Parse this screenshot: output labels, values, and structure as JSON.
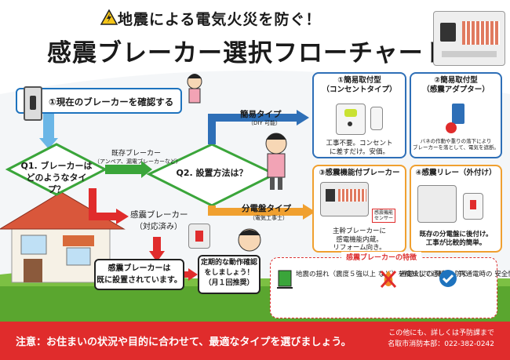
{
  "header": {
    "subtitle": "地震による電気火災を防ぐ！",
    "title": "感震ブレーカー選択フローチャート"
  },
  "flow": {
    "step1": "①現在のブレーカーを確認する",
    "q1": "Q1. ブレーカーは\nどのようなタイプ？",
    "existing_breaker": "既存ブレーカー",
    "existing_breaker_note": "（アンペア、漏電ブレーカーなど）",
    "q2": "Q2. 設置方法は？",
    "simple_type": "簡易タイプ",
    "simple_type_note": "（DIY 可能）",
    "panel_type": "分電盤タイプ",
    "panel_type_note": "（電気工事士）",
    "seismic_breaker": "感震ブレーカー",
    "seismic_breaker_note": "（対応済み）",
    "installed_msg": "感震ブレーカーは\n既に設置されています。",
    "check_msg": "定期的な動作確認\nをしましょう！\n（月１回推奨）"
  },
  "cards": [
    {
      "header": "①簡易取付型\n（コンセントタイプ）",
      "caption": "工事不要。コンセント\nに差すだけ。安価。"
    },
    {
      "header": "②簡易取付型\n（感震アダプター）",
      "caption": "バネの作動や重りの落下により\nブレーカーを落として、電気を遮断。"
    },
    {
      "header": "③感震機能付ブレーカー",
      "caption": "主幹ブレーカーに\n感電機能内蔵。\nリフォーム向き。",
      "sensor_label": "感震機能\nセンサー"
    },
    {
      "header": "④感震リレー（外付け）",
      "caption": "既存の分電盤に後付け。\n工事が比較的簡単。"
    }
  ],
  "features": {
    "heading": "感震ブレーカーの特徴",
    "items": [
      "地震の揺れ（震度５強以上\nなど）を検知して遮断",
      "通電火災の\n発生を防ぐ",
      "再通電時の\n安全性向上"
    ]
  },
  "footer": {
    "note": "注意：お住まいの状況や目的に合わせて、最適なタイプを選びましょう。",
    "contact_line1": "この他にも、詳しくは予防課まで",
    "contact_line2": "名取市消防本部：022-382-0242"
  },
  "colors": {
    "blue": "#2e6fb7",
    "green": "#3aa53a",
    "orange": "#f0a030",
    "red": "#e02c2c"
  }
}
